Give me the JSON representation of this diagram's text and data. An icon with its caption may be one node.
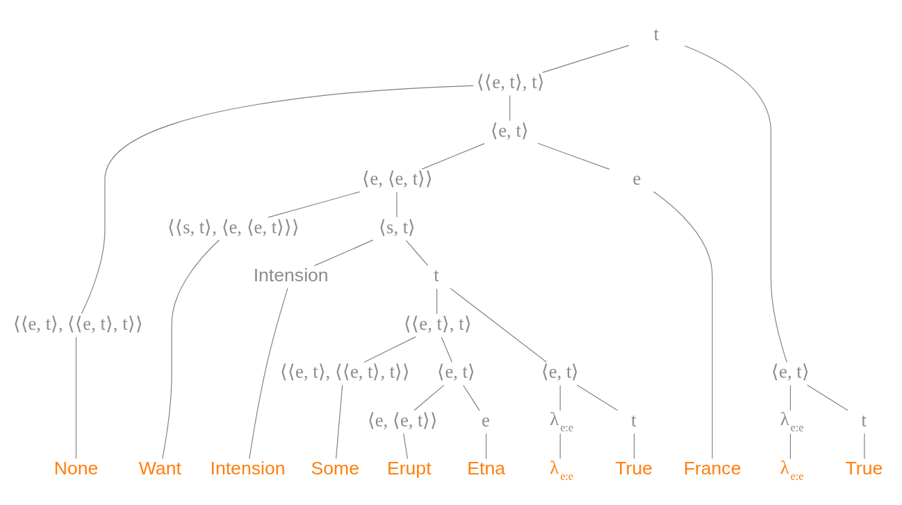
{
  "diagram": {
    "nodes": [
      {
        "text": [
          "t"
        ]
      },
      {
        "text": [
          "⟨⟨e, t⟩, t⟩"
        ]
      },
      {
        "text": [
          "⟨e, t⟩"
        ]
      },
      {
        "text": [
          "⟨⟨e, t⟩, ⟨⟨e, t⟩, t⟩⟩"
        ]
      },
      {
        "text": [
          "⟨e, t⟩"
        ]
      },
      {
        "text": [
          "λ$_{e:e}$"
        ]
      },
      {
        "text": [
          "t"
        ]
      },
      {
        "text": [
          "⟨e, ⟨e, t⟩⟩"
        ]
      },
      {
        "text": [
          "e"
        ]
      },
      {
        "text": [
          "⟨⟨s, t⟩, ⟨e, ⟨e, t⟩⟩⟩"
        ]
      },
      {
        "text": [
          "⟨s, t⟩"
        ]
      },
      {
        "text": [
          "Intension"
        ]
      },
      {
        "text": [
          "t"
        ]
      },
      {
        "text": [
          "⟨⟨e, t⟩, t⟩"
        ]
      },
      {
        "text": [
          "⟨e, t⟩"
        ]
      },
      {
        "text": [
          "⟨⟨e, t⟩, ⟨⟨e, t⟩, t⟩⟩"
        ]
      },
      {
        "text": [
          "⟨e, t⟩"
        ]
      },
      {
        "text": [
          "λ$_{e:e}$"
        ]
      },
      {
        "text": [
          "t"
        ]
      },
      {
        "text": [
          "⟨e, ⟨e, t⟩⟩"
        ]
      },
      {
        "text": [
          "e"
        ]
      },
      {
        "text": [
          "None"
        ]
      },
      {
        "text": [
          "Want"
        ]
      },
      {
        "text": [
          "Intension"
        ]
      },
      {
        "text": [
          "Some"
        ]
      },
      {
        "text": [
          "Erupt"
        ]
      },
      {
        "text": [
          "Etna"
        ]
      },
      {
        "text": [
          "λ$_{e:e}$"
        ]
      },
      {
        "text": [
          "True"
        ]
      },
      {
        "text": [
          "France"
        ]
      },
      {
        "text": [
          "λ$_{e:e}$"
        ]
      },
      {
        "text": [
          "True"
        ]
      }
    ],
    "edges": [
      {
        "from": 0,
        "to": 1,
        "arrow": "none"
      },
      {
        "from": 0,
        "to": 2,
        "arrow": "none"
      },
      {
        "from": 1,
        "to": 3,
        "arrow": "none"
      },
      {
        "from": 1,
        "to": 4,
        "arrow": "none"
      },
      {
        "from": 2,
        "to": 5,
        "arrow": "none"
      },
      {
        "from": 2,
        "to": 6,
        "arrow": "none"
      },
      {
        "from": 4,
        "to": 7,
        "arrow": "none"
      },
      {
        "from": 4,
        "to": 8,
        "arrow": "none"
      },
      {
        "from": 7,
        "to": 9,
        "arrow": "none"
      },
      {
        "from": 7,
        "to": 10,
        "arrow": "none"
      },
      {
        "from": 10,
        "to": 11,
        "arrow": "none"
      },
      {
        "from": 10,
        "to": 12,
        "arrow": "none"
      },
      {
        "from": 12,
        "to": 13,
        "arrow": "none"
      },
      {
        "from": 12,
        "to": 14,
        "arrow": "none"
      },
      {
        "from": 13,
        "to": 15,
        "arrow": "none"
      },
      {
        "from": 13,
        "to": 16,
        "arrow": "none"
      },
      {
        "from": 14,
        "to": 17,
        "arrow": "none"
      },
      {
        "from": 14,
        "to": 18,
        "arrow": "none"
      },
      {
        "from": 16,
        "to": 19,
        "arrow": "none"
      },
      {
        "from": 16,
        "to": 20,
        "arrow": "none"
      },
      {
        "from": 3,
        "to": 21,
        "arrow": "none"
      },
      {
        "from": 9,
        "to": 22,
        "arrow": "none"
      },
      {
        "from": 11,
        "to": 23,
        "arrow": "none"
      },
      {
        "from": 15,
        "to": 24,
        "arrow": "none"
      },
      {
        "from": 19,
        "to": 25,
        "arrow": "none"
      },
      {
        "from": 20,
        "to": 26,
        "arrow": "none"
      },
      {
        "from": 17,
        "to": 27,
        "arrow": "none"
      },
      {
        "from": 18,
        "to": 28,
        "arrow": "none"
      },
      {
        "from": 8,
        "to": 29,
        "arrow": "none"
      },
      {
        "from": 5,
        "to": 30,
        "arrow": "none"
      },
      {
        "from": 6,
        "to": 31,
        "arrow": "none"
      }
    ]
  }
}
